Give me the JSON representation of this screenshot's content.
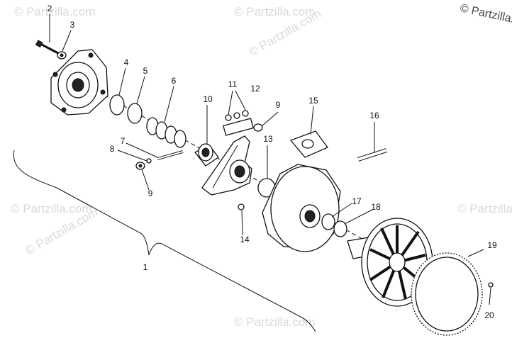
{
  "watermark": {
    "corner_text": "© Partzilla.com",
    "tiled_text": "© Partzilla.com"
  },
  "callouts": [
    "1",
    "2",
    "3",
    "4",
    "5",
    "6",
    "7",
    "8",
    "9",
    "9",
    "10",
    "11",
    "12",
    "13",
    "14",
    "15",
    "16",
    "17",
    "18",
    "19",
    "20"
  ]
}
